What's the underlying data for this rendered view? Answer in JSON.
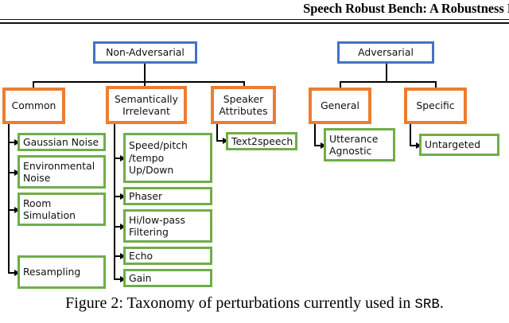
{
  "header": {
    "title": "Speech Robust Bench: A Robustness I"
  },
  "caption": {
    "prefix": "Figure 2: Taxonomy of perturbations currently used in ",
    "mono": "SRB",
    "suffix": "."
  },
  "colors": {
    "blue": "#4472C4",
    "orange": "#ED7D31",
    "green": "#70AD47",
    "connector": "#000000",
    "box_fill": "#FFFFFF",
    "text": "#111111"
  },
  "figure": {
    "roots": [
      {
        "id": "non-adversarial",
        "label": "Non-Adversarial",
        "level": "root",
        "color": "blue"
      },
      {
        "id": "adversarial",
        "label": "Adversarial",
        "level": "root",
        "color": "blue"
      }
    ],
    "categories": [
      {
        "id": "common",
        "label": "Common",
        "parent": "non-adversarial",
        "color": "orange"
      },
      {
        "id": "semantically-irrelevant",
        "label": "Semantically\nIrrelevant",
        "parent": "non-adversarial",
        "color": "orange"
      },
      {
        "id": "speaker-attributes",
        "label": "Speaker\nAttributes",
        "parent": "non-adversarial",
        "color": "orange"
      },
      {
        "id": "general",
        "label": "General",
        "parent": "adversarial",
        "color": "orange"
      },
      {
        "id": "specific",
        "label": "Specific",
        "parent": "adversarial",
        "color": "orange"
      }
    ],
    "leaves": [
      {
        "id": "gaussian-noise",
        "label": "Gaussian Noise",
        "parent": "common",
        "color": "green"
      },
      {
        "id": "environmental-noise",
        "label": "Environmental\nNoise",
        "parent": "common",
        "color": "green"
      },
      {
        "id": "room-simulation",
        "label": "Room\nSimulation",
        "parent": "common",
        "color": "green"
      },
      {
        "id": "resampling",
        "label": "Resampling",
        "parent": "common",
        "color": "green"
      },
      {
        "id": "speed-pitch-tempo",
        "label": "Speed/pitch\n/tempo\nUp/Down",
        "parent": "semantically-irrelevant",
        "color": "green"
      },
      {
        "id": "phaser",
        "label": "Phaser",
        "parent": "semantically-irrelevant",
        "color": "green"
      },
      {
        "id": "hi-low-pass-filtering",
        "label": "Hi/low-pass\nFiltering",
        "parent": "semantically-irrelevant",
        "color": "green"
      },
      {
        "id": "echo",
        "label": "Echo",
        "parent": "semantically-irrelevant",
        "color": "green"
      },
      {
        "id": "gain",
        "label": "Gain",
        "parent": "semantically-irrelevant",
        "color": "green"
      },
      {
        "id": "text2speech",
        "label": "Text2speech",
        "parent": "speaker-attributes",
        "color": "green"
      },
      {
        "id": "utterance-agnostic",
        "label": "Utterance\nAgnostic",
        "parent": "general",
        "color": "green"
      },
      {
        "id": "untargeted",
        "label": "Untargeted",
        "parent": "specific",
        "color": "green"
      }
    ]
  }
}
